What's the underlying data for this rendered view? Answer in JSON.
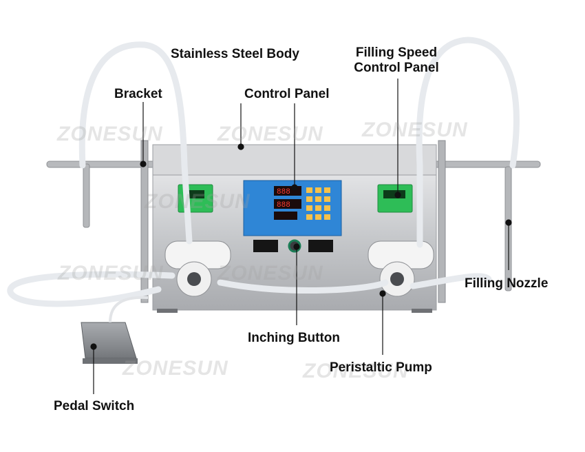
{
  "labels": {
    "stainless_steel_body": "Stainless Steel Body",
    "filling_speed_line1": "Filling Speed",
    "filling_speed_line2": "Control Panel",
    "bracket": "Bracket",
    "control_panel": "Control Panel",
    "filling_nozzle": "Filling Nozzle",
    "inching_button": "Inching Button",
    "peristaltic_pump": "Peristaltic Pump",
    "pedal_switch": "Pedal Switch"
  },
  "watermark": "ZONESUN",
  "colors": {
    "steel": "#c9cacc",
    "panel_blue": "#2f86d6",
    "led_red": "#ff3b2f",
    "keypad_yellow": "#f6c14a",
    "green_panel": "#2ebd57",
    "tube": "#f2f4f6",
    "pedal_gray": "#8b8f94"
  }
}
